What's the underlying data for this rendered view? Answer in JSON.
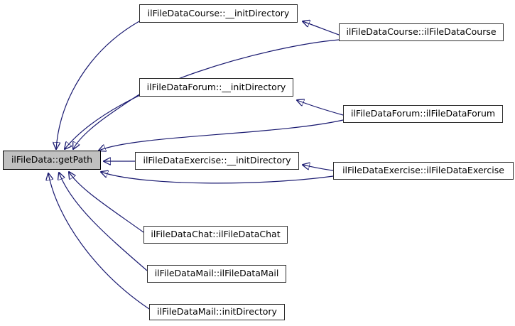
{
  "graph": {
    "type": "call-graph",
    "direction": "callers-point-left-to-callees",
    "colors": {
      "edge": "#191970",
      "node_fill": "#ffffff",
      "node_border": "#2e2e2e",
      "highlight_node_fill": "#c0c0c0",
      "highlight_node_border": "#000000",
      "background": "#ffffff",
      "text": "#000000"
    },
    "nodes": {
      "getpath": {
        "label": "ilFileData::getPath",
        "highlighted": true
      },
      "course_init": {
        "label": "ilFileDataCourse::__initDirectory",
        "highlighted": false
      },
      "course_ctor": {
        "label": "ilFileDataCourse::ilFileDataCourse",
        "highlighted": false
      },
      "forum_init": {
        "label": "ilFileDataForum::__initDirectory",
        "highlighted": false
      },
      "forum_ctor": {
        "label": "ilFileDataForum::ilFileDataForum",
        "highlighted": false
      },
      "exercise_init": {
        "label": "ilFileDataExercise::__initDirectory",
        "highlighted": false
      },
      "exercise_ctor": {
        "label": "ilFileDataExercise::ilFileDataExercise",
        "highlighted": false
      },
      "chat_ctor": {
        "label": "ilFileDataChat::ilFileDataChat",
        "highlighted": false
      },
      "mail_ctor": {
        "label": "ilFileDataMail::ilFileDataMail",
        "highlighted": false
      },
      "mail_init": {
        "label": "ilFileDataMail::initDirectory",
        "highlighted": false
      }
    },
    "edges": [
      {
        "from": "ilFileDataCourse::__initDirectory",
        "to": "ilFileData::getPath"
      },
      {
        "from": "ilFileDataCourse::ilFileDataCourse",
        "to": "ilFileDataCourse::__initDirectory"
      },
      {
        "from": "ilFileDataCourse::ilFileDataCourse",
        "to": "ilFileData::getPath"
      },
      {
        "from": "ilFileDataForum::__initDirectory",
        "to": "ilFileData::getPath"
      },
      {
        "from": "ilFileDataForum::ilFileDataForum",
        "to": "ilFileDataForum::__initDirectory"
      },
      {
        "from": "ilFileDataForum::ilFileDataForum",
        "to": "ilFileData::getPath"
      },
      {
        "from": "ilFileDataExercise::__initDirectory",
        "to": "ilFileData::getPath"
      },
      {
        "from": "ilFileDataExercise::ilFileDataExercise",
        "to": "ilFileDataExercise::__initDirectory"
      },
      {
        "from": "ilFileDataExercise::ilFileDataExercise",
        "to": "ilFileData::getPath"
      },
      {
        "from": "ilFileDataChat::ilFileDataChat",
        "to": "ilFileData::getPath"
      },
      {
        "from": "ilFileDataMail::ilFileDataMail",
        "to": "ilFileData::getPath"
      },
      {
        "from": "ilFileDataMail::initDirectory",
        "to": "ilFileData::getPath"
      }
    ]
  }
}
